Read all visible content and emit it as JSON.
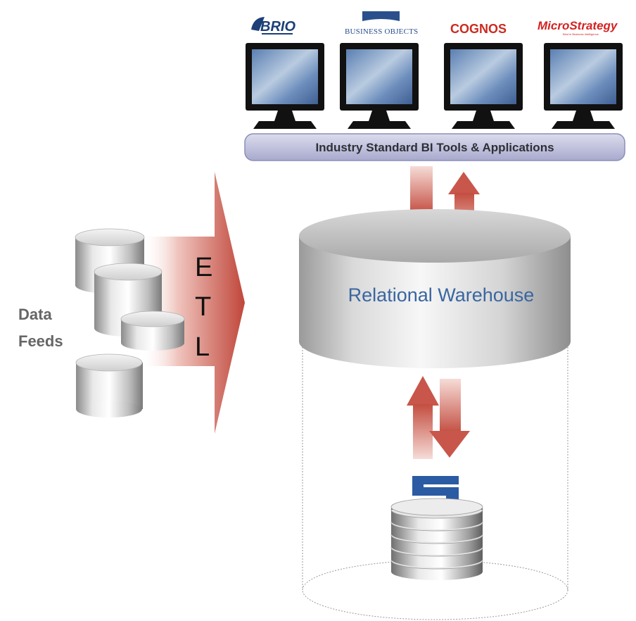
{
  "bi_tools": {
    "brands": [
      "BRIO",
      "BUSINESS OBJECTS",
      "COGNOS",
      "MicroStrategy"
    ],
    "microstrategy_tagline": "Best in Business Intelligence",
    "bar_label": "Industry Standard BI Tools & Applications"
  },
  "data_feeds": {
    "line1": "Data",
    "line2": "Feeds"
  },
  "etl": {
    "letters": [
      "E",
      "T",
      "L"
    ]
  },
  "warehouse": {
    "label": "Relational Warehouse"
  },
  "storage": {
    "logo_letter": "S"
  },
  "colors": {
    "arrow_red": "#c0463a",
    "bar_fill": "#c5c6e0",
    "warehouse_text": "#3a66a0",
    "s_logo_blue": "#2b5ba3"
  }
}
